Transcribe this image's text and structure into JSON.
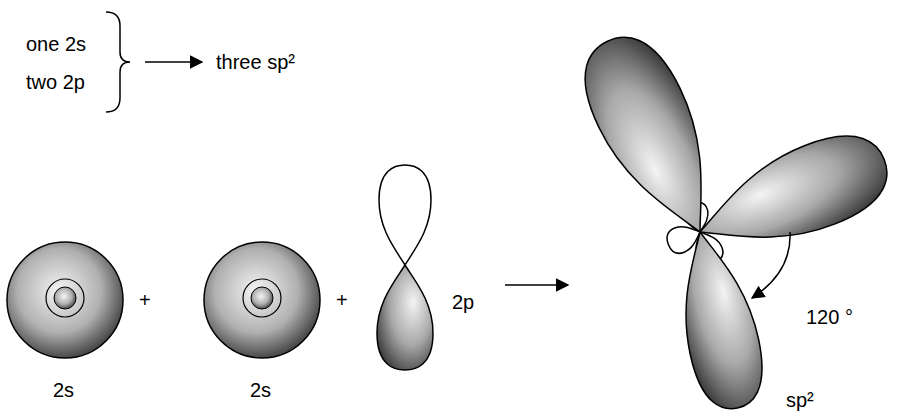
{
  "diagram": {
    "labels": [
      "one 2s",
      "two 2p",
      "three sp²",
      "2s",
      "+",
      "2s",
      "+",
      "2p",
      "120 °",
      "sp²"
    ]
  }
}
